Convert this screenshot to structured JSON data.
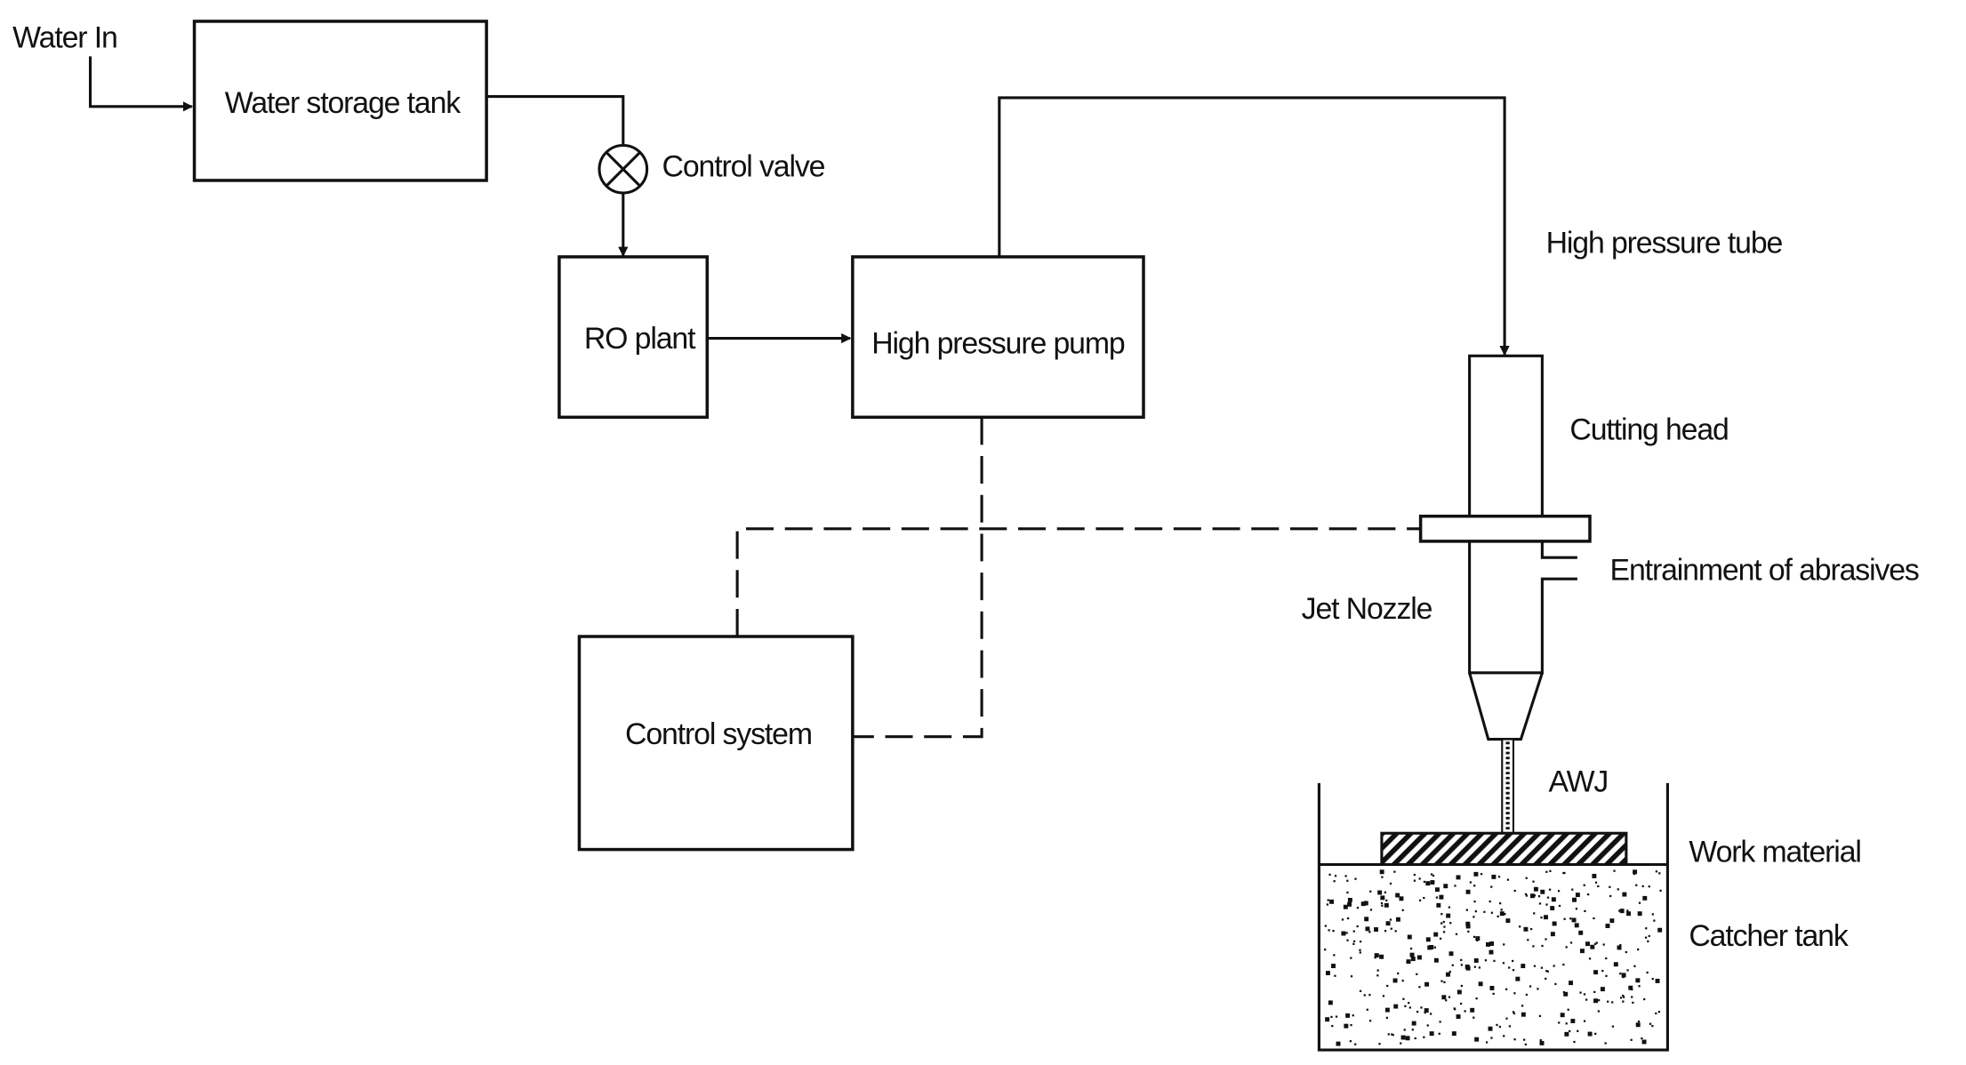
{
  "labels": {
    "water_in": "Water In",
    "water_storage_tank": "Water storage tank",
    "control_valve": "Control valve",
    "ro_plant": "RO plant",
    "high_pressure_pump": "High pressure pump",
    "high_pressure_tube": "High pressure tube",
    "cutting_head": "Cutting head",
    "entrainment": "Entrainment of abrasives",
    "jet_nozzle": "Jet Nozzle",
    "awj": "AWJ",
    "work_material": "Work material",
    "catcher_tank": "Catcher tank",
    "control_system": "Control system"
  },
  "colors": {
    "line": "#111111",
    "background": "#ffffff"
  }
}
